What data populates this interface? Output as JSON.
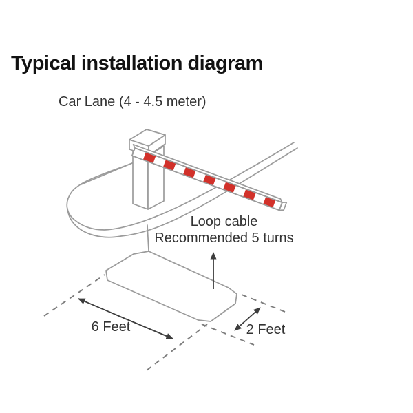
{
  "title": "Typical installation diagram",
  "diagram": {
    "car_lane_label": "Car Lane (4 - 4.5 meter)",
    "loop_label_line1": "Loop cable",
    "loop_label_line2": "Recommended 5 turns",
    "dimension_width_label": "6 Feet",
    "dimension_depth_label": "2 Feet",
    "elements": {
      "barrier_housing": "barrier gate housing",
      "barrier_arm": "red and white striped barrier arm",
      "island": "traffic island / curb",
      "loop": "induction loop area"
    }
  },
  "colors": {
    "barrier-red": "#d2312a",
    "line-gray": "#9b9b9b",
    "dash-gray": "#7d7d7d",
    "dim-gray": "#3d3d3d",
    "text-dark": "#333333",
    "title-black": "#121212",
    "bg": "#ffffff"
  }
}
